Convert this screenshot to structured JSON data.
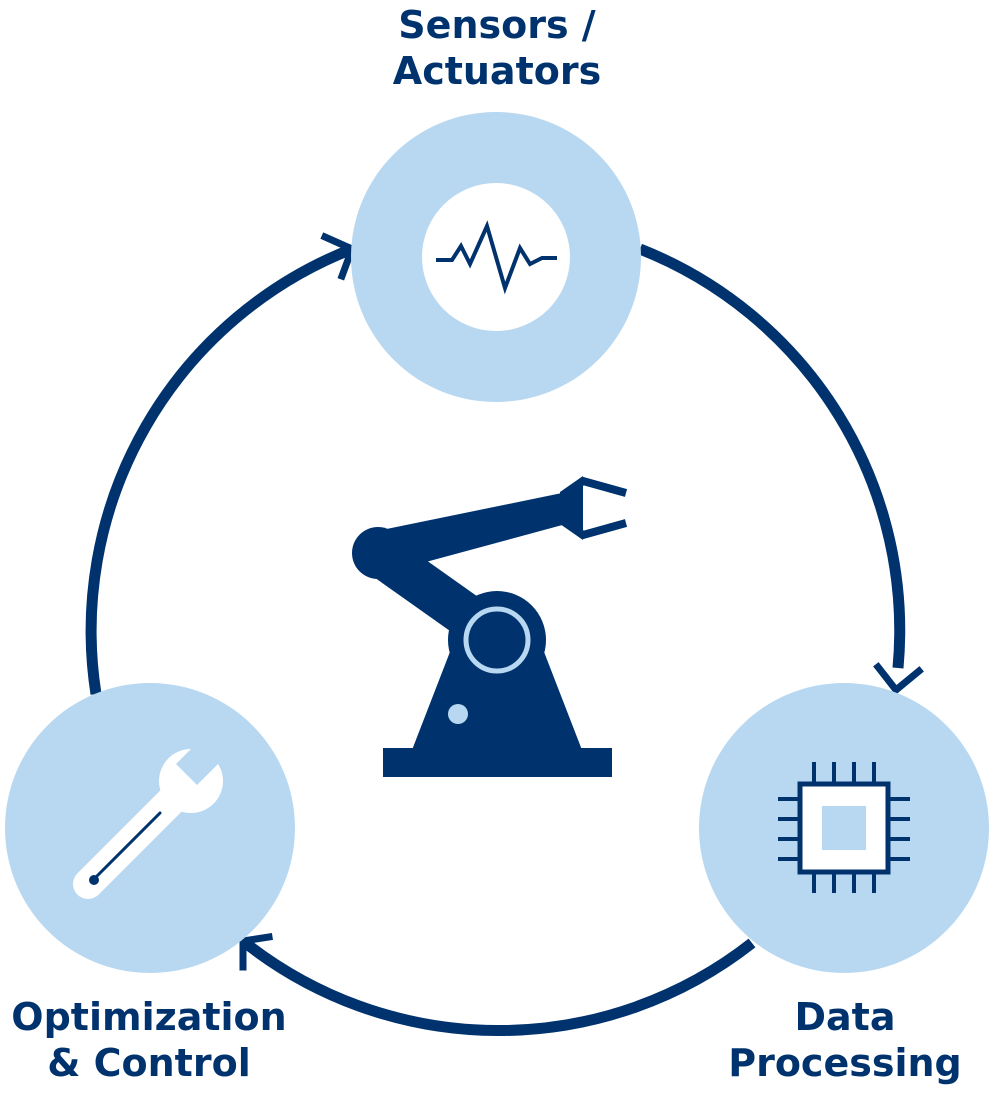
{
  "nodes": {
    "sensors": {
      "label_line1": "Sensors /",
      "label_line2": "Actuators",
      "icon": "waveform-icon"
    },
    "data_processing": {
      "label_line1": "Data",
      "label_line2": "Processing",
      "icon": "chip-icon"
    },
    "optimization": {
      "label_line1": "Optimization",
      "label_line2": "& Control",
      "icon": "wrench-icon"
    }
  },
  "center": {
    "icon": "robot-arm-icon"
  },
  "colors": {
    "navy": "#00336e",
    "light_blue": "#b8d7f0",
    "white": "#ffffff"
  }
}
